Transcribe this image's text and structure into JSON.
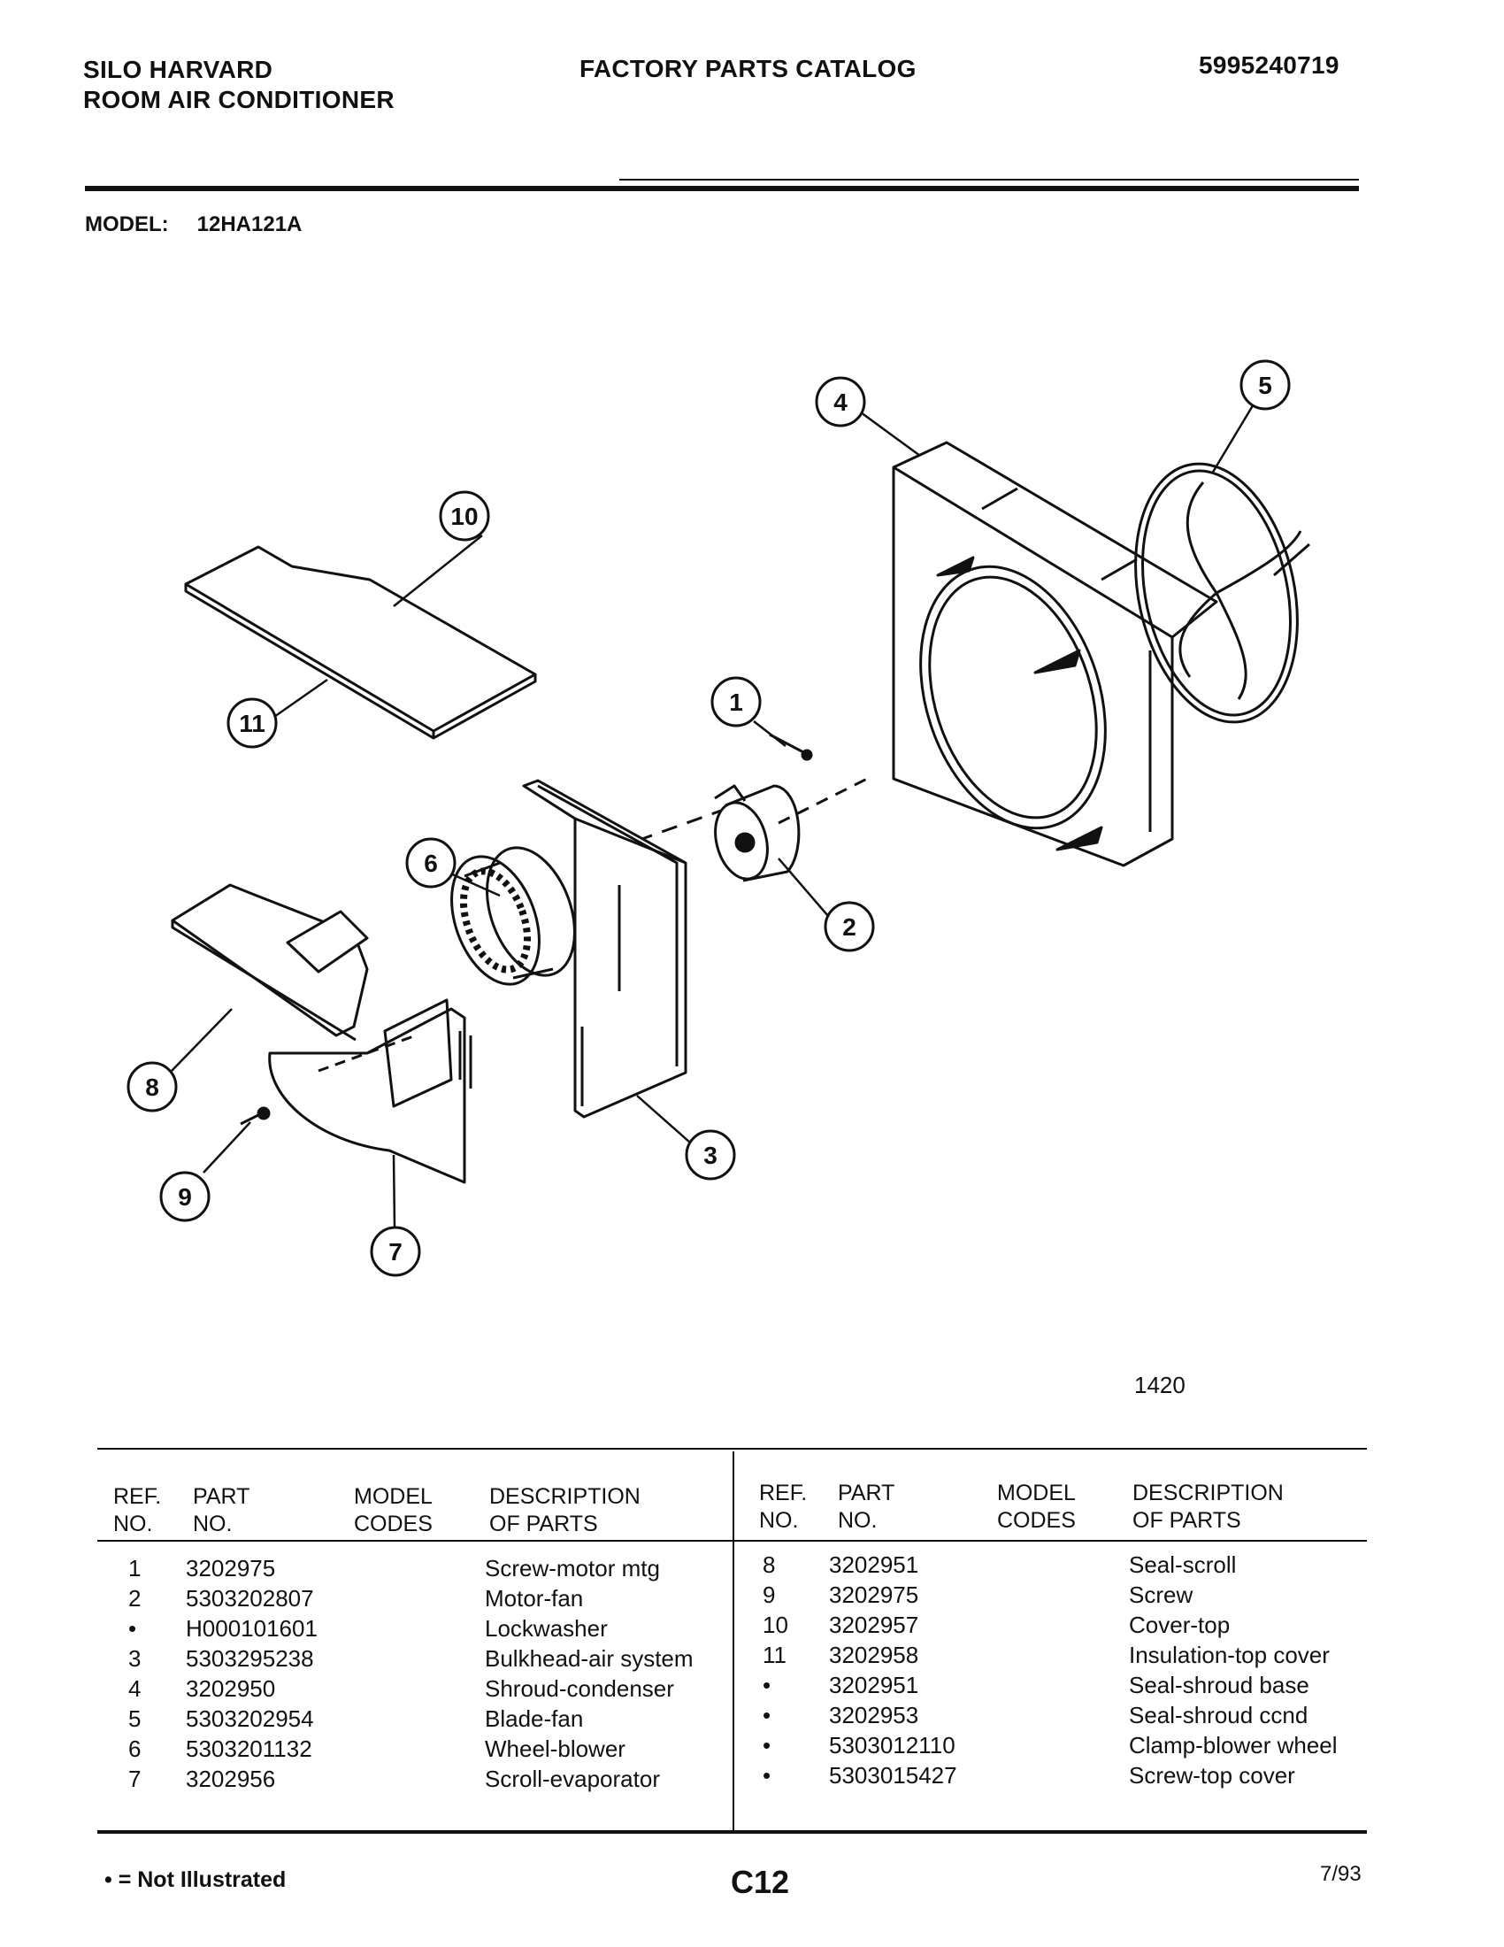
{
  "header": {
    "brand_line1": "SILO HARVARD",
    "brand_line2": "ROOM AIR CONDITIONER",
    "catalog_title": "FACTORY PARTS CATALOG",
    "doc_number": "5995240719"
  },
  "model": {
    "label": "MODEL:",
    "value": "12HA121A"
  },
  "diagram": {
    "callouts": [
      "1",
      "2",
      "3",
      "4",
      "5",
      "6",
      "7",
      "8",
      "9",
      "10",
      "11"
    ],
    "figure_number": "1420"
  },
  "table": {
    "headers": {
      "ref": [
        "REF.",
        "NO."
      ],
      "part": [
        "PART",
        "NO."
      ],
      "model": [
        "MODEL",
        "CODES"
      ],
      "desc": [
        "DESCRIPTION",
        "OF PARTS"
      ]
    },
    "left_rows": [
      {
        "ref": "1",
        "part": "3202975",
        "code": "",
        "desc": "Screw-motor mtg"
      },
      {
        "ref": "2",
        "part": "5303202807",
        "code": "",
        "desc": "Motor-fan"
      },
      {
        "ref": "•",
        "part": "H000101601",
        "code": "",
        "desc": "Lockwasher"
      },
      {
        "ref": "3",
        "part": "5303295238",
        "code": "",
        "desc": "Bulkhead-air system"
      },
      {
        "ref": "4",
        "part": "3202950",
        "code": "",
        "desc": "Shroud-condenser"
      },
      {
        "ref": "5",
        "part": "5303202954",
        "code": "",
        "desc": "Blade-fan"
      },
      {
        "ref": "6",
        "part": "5303201132",
        "code": "",
        "desc": "Wheel-blower"
      },
      {
        "ref": "7",
        "part": "3202956",
        "code": "",
        "desc": "Scroll-evaporator"
      }
    ],
    "right_rows": [
      {
        "ref": "8",
        "part": "3202951",
        "code": "",
        "desc": "Seal-scroll"
      },
      {
        "ref": "9",
        "part": "3202975",
        "code": "",
        "desc": "Screw"
      },
      {
        "ref": "10",
        "part": "3202957",
        "code": "",
        "desc": "Cover-top"
      },
      {
        "ref": "11",
        "part": "3202958",
        "code": "",
        "desc": "Insulation-top cover"
      },
      {
        "ref": "•",
        "part": "3202951",
        "code": "",
        "desc": "Seal-shroud base"
      },
      {
        "ref": "•",
        "part": "3202953",
        "code": "",
        "desc": "Seal-shroud ccnd"
      },
      {
        "ref": "•",
        "part": "5303012110",
        "code": "",
        "desc": "Clamp-blower wheel"
      },
      {
        "ref": "•",
        "part": "5303015427",
        "code": "",
        "desc": "Screw-top cover"
      }
    ]
  },
  "footer": {
    "legend": "• = Not Illustrated",
    "page": "C12",
    "date": "7/93"
  }
}
